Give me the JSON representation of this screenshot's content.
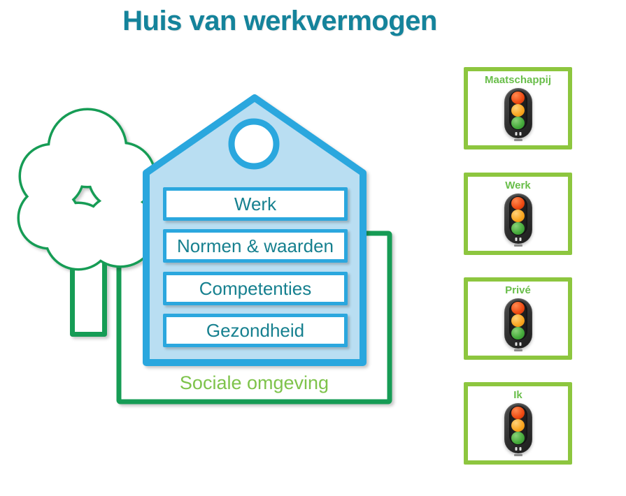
{
  "title": "Huis van werkvermogen",
  "house": {
    "floors": [
      {
        "label": "Werk"
      },
      {
        "label": "Normen & waarden"
      },
      {
        "label": "Competenties"
      },
      {
        "label": "Gezondheid"
      }
    ]
  },
  "foundation": {
    "label": "Sociale omgeving"
  },
  "status_panels": [
    {
      "label": "Maatschappij"
    },
    {
      "label": "Werk"
    },
    {
      "label": "Privé"
    },
    {
      "label": "Ik"
    }
  ],
  "traffic_light": {
    "lights": [
      "red",
      "amber",
      "green"
    ]
  },
  "colors": {
    "title_teal": "#14839B",
    "floor_text_teal": "#16808F",
    "house_border_blue": "#2BA7DE",
    "house_fill_blue": "#B9DEF2",
    "dark_green": "#169C55",
    "light_green_border": "#8DC63F",
    "light_green_text": "#69BE4A",
    "lamp_red": "#EE4A12",
    "lamp_amber": "#F8A41E",
    "lamp_green": "#44A93A"
  }
}
